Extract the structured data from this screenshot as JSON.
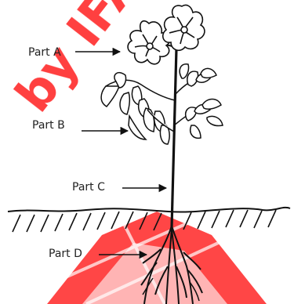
{
  "diagram": {
    "labels": [
      {
        "id": "part_a",
        "text": "Part A",
        "points_to": "flowers"
      },
      {
        "id": "part_b",
        "text": "Part B",
        "points_to": "leaves"
      },
      {
        "id": "part_c",
        "text": "Part C",
        "points_to": "stem"
      },
      {
        "id": "part_d",
        "text": "Part D",
        "points_to": "roots"
      }
    ]
  },
  "watermark": {
    "text": "by IFAS",
    "color": "#ff0000"
  },
  "colors": {
    "line": "#111111",
    "watermark": "#ff2020",
    "background": "#ffffff"
  }
}
